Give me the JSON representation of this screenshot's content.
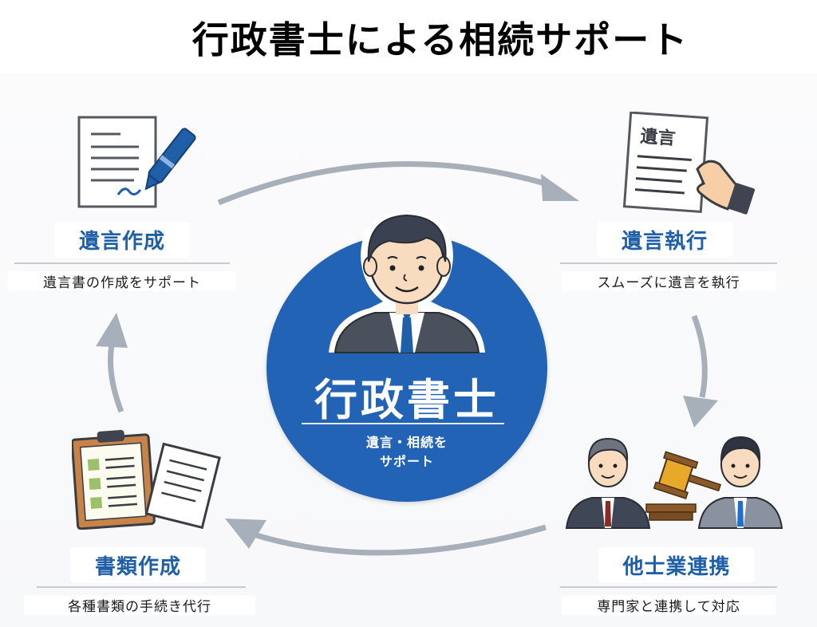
{
  "title": "行政書士による相続サポート",
  "colors": {
    "accent_blue": "#1e5fa8",
    "circle_blue": "#2263b5",
    "arrow_gray": "#a7afba",
    "divider_gray": "#c8ccd2"
  },
  "center": {
    "title": "行政書士",
    "subtitle_line1": "遺言・相続を",
    "subtitle_line2": "サポート",
    "icon": "businessman-icon"
  },
  "cards": [
    {
      "position": "top-left",
      "heading": "遺言作成",
      "description": "遺言書の作成をサポート",
      "icon": "document-pen-icon"
    },
    {
      "position": "top-right",
      "heading": "遺言執行",
      "description": "スムーズに遺言を執行",
      "icon": "hand-holding-will-icon",
      "icon_text": "遺言"
    },
    {
      "position": "bottom-right",
      "heading": "他士業連携",
      "description": "専門家と連携して対応",
      "icon": "professionals-gavel-icon"
    },
    {
      "position": "bottom-left",
      "heading": "書類作成",
      "description": "各種書類の手続き代行",
      "icon": "clipboard-documents-icon"
    }
  ],
  "flow": [
    "遺言作成",
    "遺言執行",
    "他士業連携",
    "書類作成"
  ]
}
